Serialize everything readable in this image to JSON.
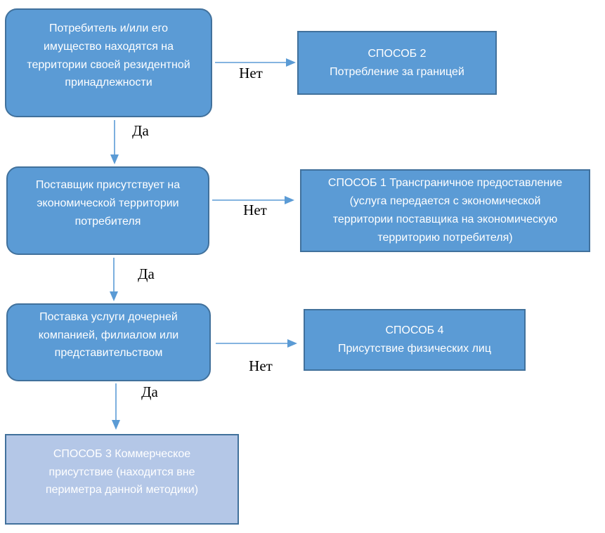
{
  "diagram": {
    "yes_label": "Да",
    "no_label": "Нет",
    "decisions": [
      {
        "text": "Потребитель и/или его\nимущество находятся на\nтерритории своей резидентной\nпринадлежности"
      },
      {
        "text": "Поставщик присутствует на\nэкономической территории\nпотребителя"
      },
      {
        "text": "Поставка услуги дочерней\nкомпанией, филиалом или\nпредставительством"
      }
    ],
    "outcomes": [
      {
        "text": "СПОСОБ 2\nПотребление за границей"
      },
      {
        "text": "СПОСОБ 1 Трансграничное предоставление\n(услуга передается с экономической\nтерритории поставщика на экономическую\nтерриторию потребителя)"
      },
      {
        "text": "СПОСОБ 4\nПрисутствие физических лиц"
      },
      {
        "text": "СПОСОБ 3 Коммерческое\nприсутствие (находится вне\nпериметра данной методики)"
      }
    ],
    "colors": {
      "box_fill": "#5b9bd5",
      "box_border": "#41719c",
      "final_fill": "#b4c7e7",
      "arrow": "#5b9bd5",
      "box_text": "#ffffff",
      "label_text": "#000000",
      "background": "#ffffff"
    }
  }
}
